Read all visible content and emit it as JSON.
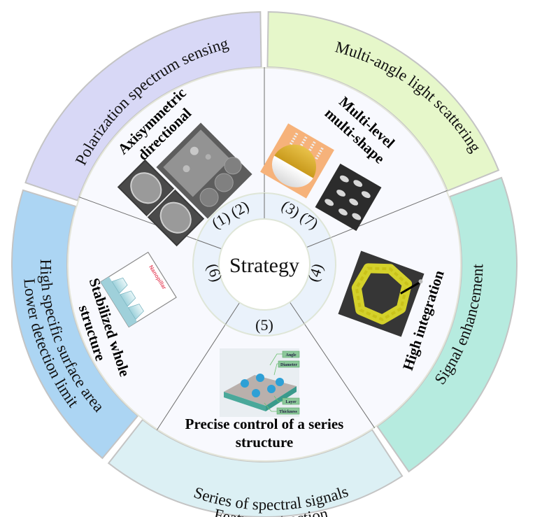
{
  "center": {
    "label": "Strategy"
  },
  "colors": {
    "outer_stroke": "#c4c4c4",
    "inner_fill": "#f8f9fe",
    "ring_fill": "#eaf2fb",
    "ring_stroke": "#dfe6d8",
    "center_fill": "#ffffff",
    "divider": "#6e6e6e"
  },
  "segments": [
    {
      "id": "polarization",
      "outer_label_lines": [
        "Polarization spectrum sensing"
      ],
      "outer_color": "#d8d8f6",
      "strategy_lines": [
        "Axisymmetric",
        "directional"
      ],
      "refs": "(1) (2)",
      "image": "sem-hexagonal-pillars"
    },
    {
      "id": "multi-angle",
      "outer_label_lines": [
        "Multi-angle light scattering"
      ],
      "outer_color": "#e6f7ca",
      "strategy_lines": [
        "Multi-level",
        "multi-shape"
      ],
      "refs": "(3) (7)",
      "image": "hemisphere-nanocones"
    },
    {
      "id": "signal",
      "outer_label_lines": [
        "Signal enhancement"
      ],
      "outer_color": "#b6ebdf",
      "strategy_lines": [
        "High integration"
      ],
      "refs": "(4)",
      "image": "yellow-ring-structure"
    },
    {
      "id": "series",
      "outer_label_lines": [
        "Series of spectral signals",
        "Feature extraction"
      ],
      "outer_color": "#dcf0f4",
      "strategy_lines": [
        "Precise control of a series",
        "structure"
      ],
      "refs": "(5)",
      "image": "parameter-schematic",
      "image_labels": [
        "Angle",
        "Diameter",
        "Layer",
        "Thickness"
      ]
    },
    {
      "id": "surface",
      "outer_label_lines": [
        "High specific surface area",
        "Lower detection limit"
      ],
      "outer_color": "#acd5f3",
      "strategy_lines": [
        "Stabilized whole",
        "structure"
      ],
      "refs": "(6)",
      "image": "nanopillar",
      "image_label": "Nanopillar"
    }
  ]
}
